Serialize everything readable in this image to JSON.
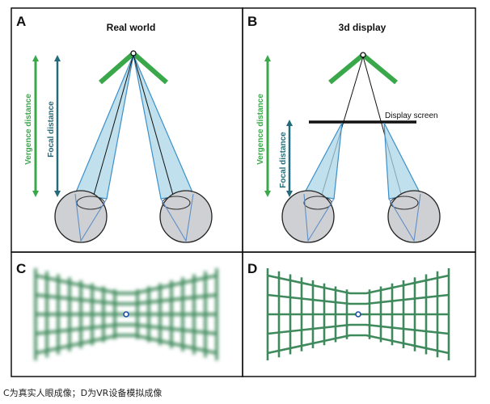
{
  "panels": {
    "a": {
      "letter": "A",
      "title": "Real world"
    },
    "b": {
      "letter": "B",
      "title": "3d display",
      "screen_label": "Display screen"
    },
    "c": {
      "letter": "C"
    },
    "d": {
      "letter": "D"
    }
  },
  "axis_labels": {
    "vergence": "Vergence distance",
    "focal": "Focal distance"
  },
  "caption": "C为真实人眼成像；D为VR设备模拟成像",
  "colors": {
    "green": "#3aa84a",
    "teal": "#236b78",
    "cone": "#a9d6e6",
    "cone_edge": "#3c8fc8",
    "eye": "#cfd0d3",
    "grid": "#3f8a5c"
  }
}
